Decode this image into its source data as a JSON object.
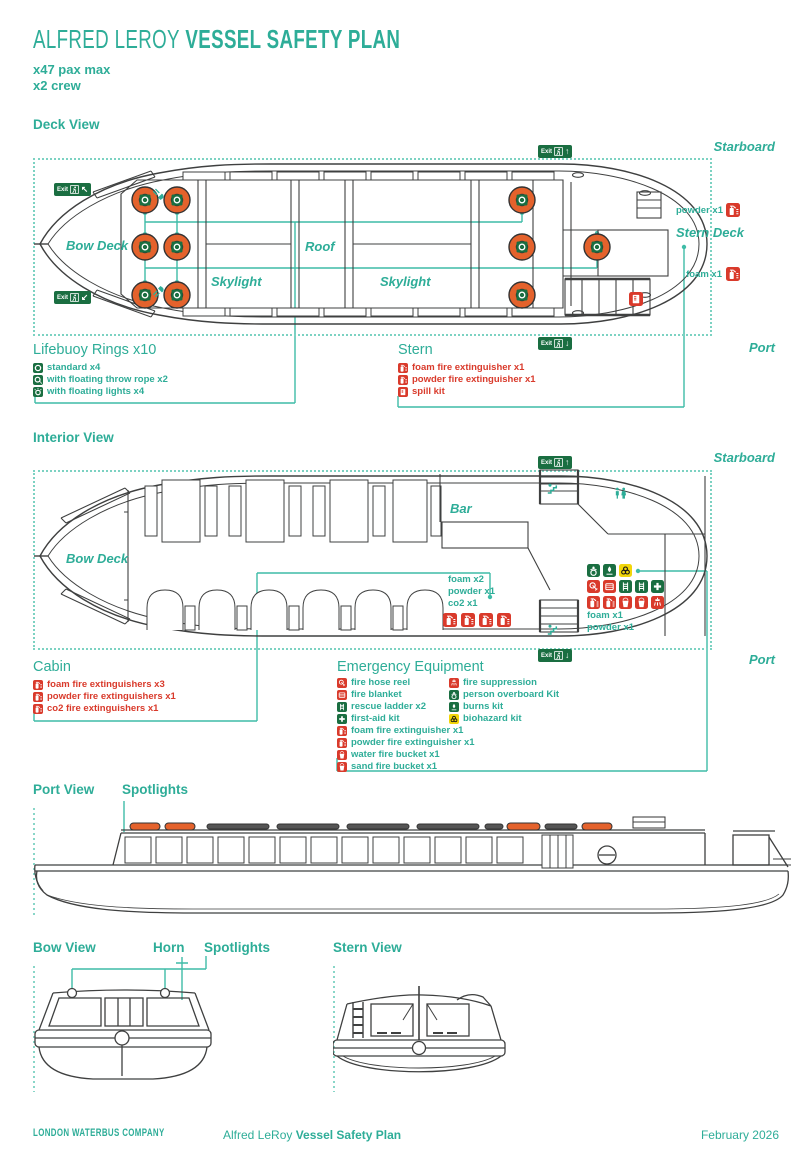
{
  "header": {
    "title_light": "ALFRED LEROY",
    "title_bold": "VESSEL SAFETY PLAN",
    "capacity": "x47 pax max",
    "crew": "x2 crew"
  },
  "common": {
    "exit": "Exit",
    "starboard": "Starboard",
    "port": "Port",
    "arrow_up": "↑",
    "arrow_down": "↓",
    "arrow_up_left": "↖",
    "arrow_down_left": "↙"
  },
  "deck": {
    "label": "Deck View",
    "bow_deck": "Bow Deck",
    "roof": "Roof",
    "skylight": "Skylight",
    "stern_deck": "Stern Deck",
    "powder": "powder x1",
    "foam": "foam x1"
  },
  "legend_lifebuoy": {
    "title": "Lifebuoy Rings x10",
    "items": [
      "standard x4",
      "with floating throw rope x2",
      "with floating lights x4"
    ]
  },
  "legend_stern": {
    "title": "Stern",
    "items": [
      "foam fire extinguisher x1",
      "powder fire extinguisher x1",
      "spill kit"
    ]
  },
  "interior": {
    "label": "Interior View",
    "bow_deck": "Bow Deck",
    "bar": "Bar",
    "cabin_cluster": [
      "foam x2",
      "powder x1",
      "co2 x1"
    ],
    "stern_cluster": [
      "foam x1",
      "powder x1"
    ]
  },
  "legend_cabin": {
    "title": "Cabin",
    "items": [
      "foam fire extinguishers x3",
      "powder fire extinguishers x1",
      "co2 fire extinguishers x1"
    ]
  },
  "legend_emergency": {
    "title": "Emergency Equipment",
    "col1": [
      "fire hose reel",
      "fire blanket",
      "rescue ladder x2",
      "first-aid kit",
      "foam fire extinguisher x1",
      "powder fire extinguisher x1",
      "water fire bucket x1",
      "sand fire bucket x1"
    ],
    "col2": [
      "fire suppression",
      "person overboard Kit",
      "burns kit",
      "biohazard kit"
    ]
  },
  "port_view": {
    "label": "Port View",
    "spotlights": "Spotlights"
  },
  "bow_view": {
    "label": "Bow View",
    "horn": "Horn",
    "spotlights": "Spotlights"
  },
  "stern_view": {
    "label": "Stern View"
  },
  "footer": {
    "company": "LONDON WATERBUS COMPANY",
    "doc_light": "Alfred LeRoy",
    "doc_bold": "Vessel Safety Plan",
    "date": "February 2026"
  },
  "colors": {
    "teal": "#2EAD98",
    "red": "#D93A2B",
    "sign_green": "#1A6E41",
    "buoy_orange": "#E4622C",
    "biohazard_yellow": "#F2D60A"
  }
}
